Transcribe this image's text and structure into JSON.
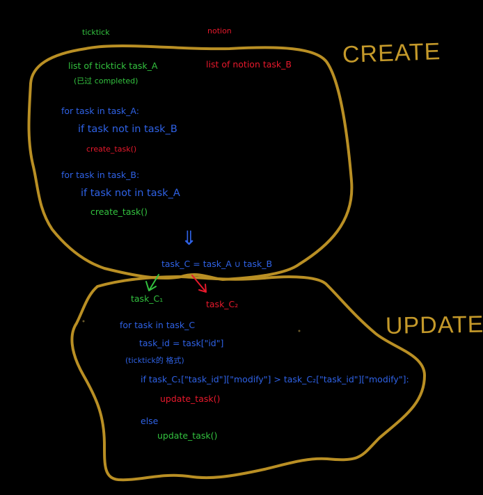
{
  "colors": {
    "background": "#000000",
    "outline": "#b98f24",
    "blue": "#2f62e6",
    "green": "#33c23f",
    "red": "#e8192c",
    "gold": "#c4992a"
  },
  "sources": {
    "left": "ticktick",
    "right": "notion"
  },
  "sections": {
    "create": "CREATE",
    "update": "UPDATE"
  },
  "create": {
    "list_a": "list of ticktick task_A",
    "list_a_note": "(已过 completed)",
    "list_b": "list of notion task_B",
    "loop1": "for task in task_A:",
    "cond1": "if task not in task_B",
    "call1": "create_task()",
    "loop2": "for task in task_B:",
    "cond2": "if task not in task_A",
    "call2": "create_task()"
  },
  "merge": {
    "arrow": "⇓",
    "expr": "task_C = task_A ∪ task_B"
  },
  "update": {
    "c1": "task_C₁",
    "c2": "task_C₂",
    "loop": "for task in task_C",
    "assign": "task_id = task[\"id\"]",
    "note": "(ticktick的 格式)",
    "cond": "if task_C₁[\"task_id\"][\"modify\"] > task_C₂[\"task_id\"][\"modify\"]:",
    "call_a": "update_task()",
    "else": "else",
    "call_b": "update_task()"
  }
}
